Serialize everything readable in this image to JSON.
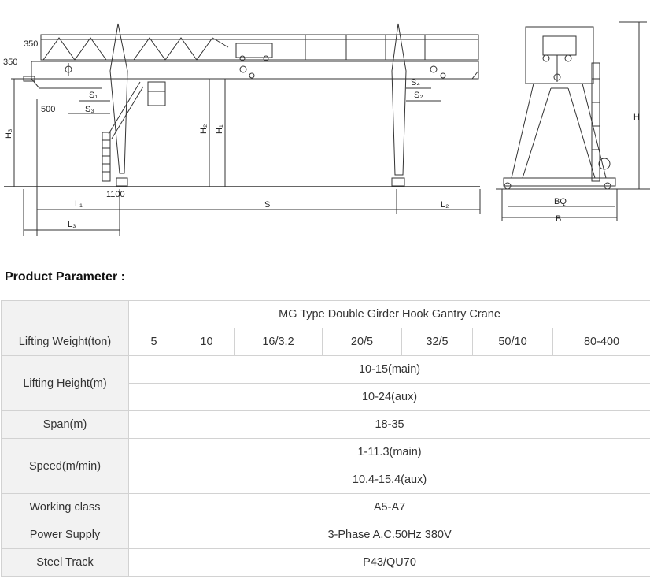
{
  "drawing": {
    "labels": {
      "d350_top": "350",
      "d350_left": "350",
      "d500": "500",
      "s1": "S₁",
      "s3": "S₃",
      "s4": "S₄",
      "s2": "S₂",
      "h3": "H₃",
      "h2": "H₂",
      "h1": "H₁",
      "d1100": "1100",
      "l1": "L₁",
      "s": "S",
      "l2": "L₂",
      "l3": "L₃",
      "h": "H",
      "bq": "BQ",
      "b": "B"
    }
  },
  "section_title": "Product Parameter :",
  "table": {
    "title": "MG Type Double Girder Hook Gantry Crane",
    "lifting_weight_label": "Lifting Weight(ton)",
    "weights": [
      "5",
      "10",
      "16/3.2",
      "20/5",
      "32/5",
      "50/10",
      "80-400"
    ],
    "lifting_height_label": "Lifting Height(m)",
    "lifting_height_main": "10-15(main)",
    "lifting_height_aux": "10-24(aux)",
    "span_label": "Span(m)",
    "span_value": "18-35",
    "speed_label": "Speed(m/min)",
    "speed_main": "1-11.3(main)",
    "speed_aux": "10.4-15.4(aux)",
    "working_class_label": "Working class",
    "working_class_value": "A5-A7",
    "power_supply_label": "Power Supply",
    "power_supply_value": "3-Phase A.C.50Hz 380V",
    "steel_track_label": "Steel Track",
    "steel_track_value": "P43/QU70"
  }
}
